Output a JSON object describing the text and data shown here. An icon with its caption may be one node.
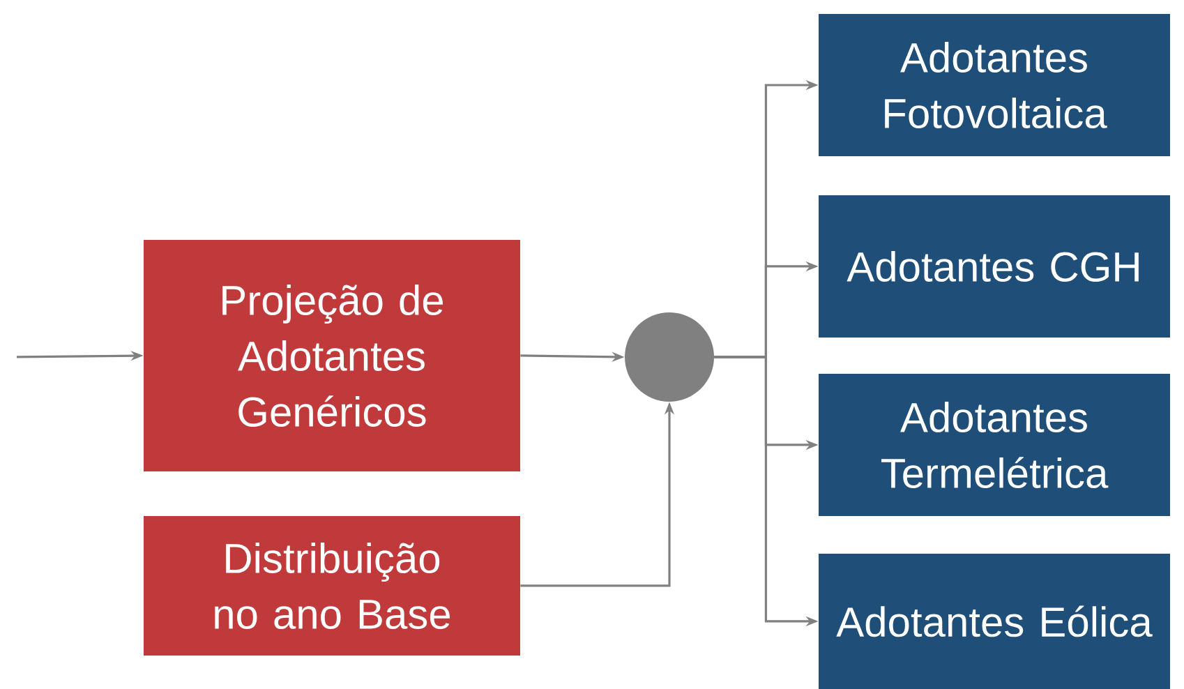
{
  "diagram": {
    "nodes": [
      {
        "text": [
          "Projeção de Adotantes Genéricos"
        ]
      },
      {
        "text": [
          "Distribuição no ano Base"
        ]
      },
      {
        "text": [],
        "shape": "circle"
      },
      {
        "text": [
          "Adotantes Fotovoltaica"
        ]
      },
      {
        "text": [
          "Adotantes CGH"
        ]
      },
      {
        "text": [
          "Adotantes Termelétrica"
        ]
      },
      {
        "text": [
          "Adotantes Eólica"
        ]
      }
    ],
    "edges": [
      {
        "from": null,
        "to": 0,
        "arrow": "to"
      },
      {
        "from": 0,
        "to": 2,
        "arrow": "to"
      },
      {
        "from": 1,
        "to": 2,
        "arrow": "to"
      },
      {
        "from": 2,
        "to": 3,
        "arrow": "to"
      },
      {
        "from": 2,
        "to": 4,
        "arrow": "to"
      },
      {
        "from": 2,
        "to": 5,
        "arrow": "to"
      },
      {
        "from": 2,
        "to": 6,
        "arrow": "to"
      }
    ]
  }
}
